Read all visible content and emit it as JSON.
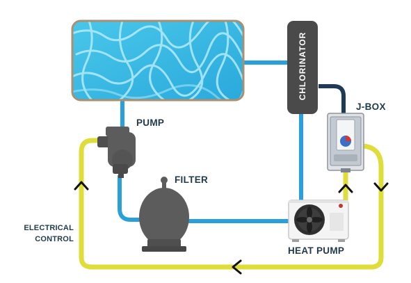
{
  "labels": {
    "chlorinator": "CHLORINATOR",
    "jbox": "J-BOX",
    "pump": "PUMP",
    "filter": "FILTER",
    "heat_pump": "HEAT PUMP",
    "electrical_control_line1": "ELECTRICAL",
    "electrical_control_line2": "CONTROL"
  },
  "colors": {
    "water_pipe": "#2b9fd9",
    "electrical_wire": "#dedd3a",
    "jbox_cable": "#1f3a57",
    "pool_water": "#3cc0e6",
    "pool_border": "#a89070",
    "chlorinator_body": "#4a4a4a",
    "equipment_gray": "#5c5c5c",
    "label_text": "#1f3a4d"
  },
  "icons": [
    "pool-icon",
    "chlorinator-icon",
    "jbox-icon",
    "pump-icon",
    "filter-icon",
    "heat-pump-icon",
    "arrow-up-icon",
    "arrow-down-icon",
    "arrow-left-icon"
  ]
}
